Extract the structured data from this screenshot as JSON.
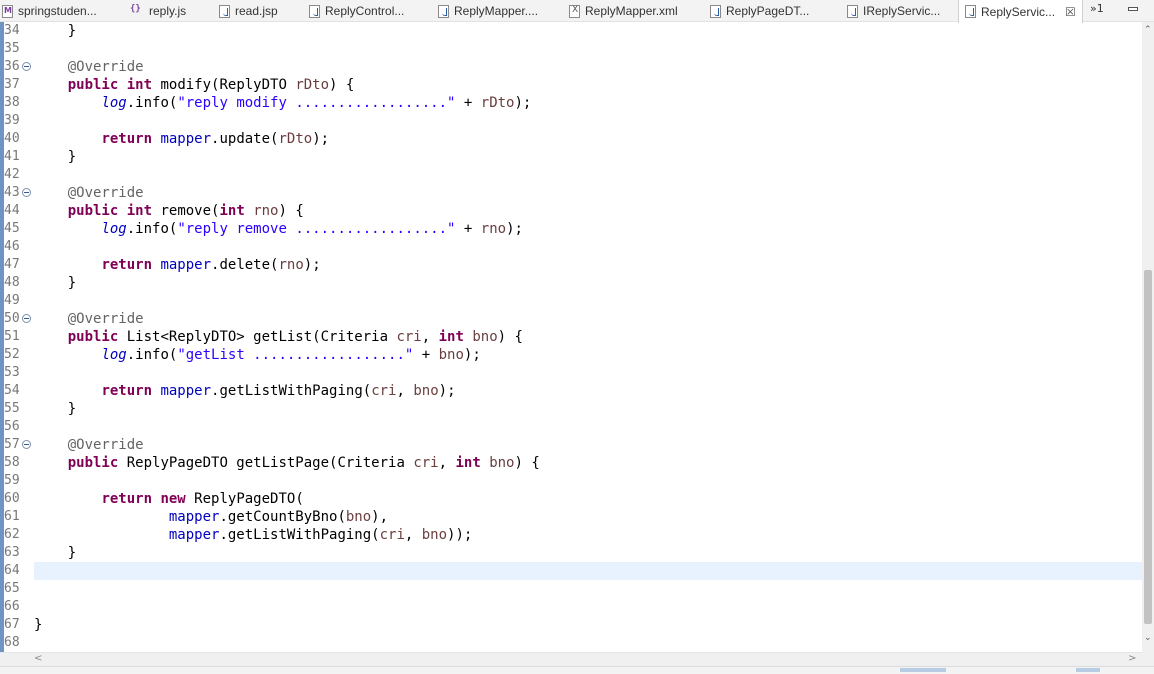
{
  "tabs": [
    {
      "label": "springstuden...",
      "icon": "maven-pom-icon"
    },
    {
      "label": "reply.js",
      "icon": "javascript-file-icon"
    },
    {
      "label": "read.jsp",
      "icon": "jsp-file-icon"
    },
    {
      "label": "ReplyControl...",
      "icon": "java-file-icon"
    },
    {
      "label": "ReplyMapper....",
      "icon": "java-file-icon"
    },
    {
      "label": "ReplyMapper.xml",
      "icon": "xml-file-icon"
    },
    {
      "label": "ReplyPageDT...",
      "icon": "java-file-icon"
    },
    {
      "label": "IReplyServic...",
      "icon": "java-file-icon"
    },
    {
      "label": "ReplyServic...",
      "icon": "java-file-icon",
      "active": true
    }
  ],
  "tab_close_glyph": "☒",
  "tab_overflow_label": "»1",
  "current_line": 64,
  "code_lines": [
    {
      "n": "34",
      "tokens": [
        {
          "t": "    }"
        }
      ]
    },
    {
      "n": "35",
      "tokens": []
    },
    {
      "n": "36",
      "fold": true,
      "tokens": [
        {
          "t": "    "
        },
        {
          "t": "@Override",
          "c": "ann"
        }
      ]
    },
    {
      "n": "37",
      "tokens": [
        {
          "t": "    "
        },
        {
          "t": "public",
          "c": "kw"
        },
        {
          "t": " "
        },
        {
          "t": "int",
          "c": "kw"
        },
        {
          "t": " modify(ReplyDTO "
        },
        {
          "t": "rDto",
          "c": "var"
        },
        {
          "t": ") {"
        }
      ]
    },
    {
      "n": "38",
      "tokens": [
        {
          "t": "        "
        },
        {
          "t": "log",
          "c": "sfld"
        },
        {
          "t": ".info("
        },
        {
          "t": "\"reply modify ..................\"",
          "c": "str"
        },
        {
          "t": " + "
        },
        {
          "t": "rDto",
          "c": "var"
        },
        {
          "t": ");"
        }
      ]
    },
    {
      "n": "39",
      "tokens": []
    },
    {
      "n": "40",
      "tokens": [
        {
          "t": "        "
        },
        {
          "t": "return",
          "c": "kw"
        },
        {
          "t": " "
        },
        {
          "t": "mapper",
          "c": "fld"
        },
        {
          "t": ".update("
        },
        {
          "t": "rDto",
          "c": "var"
        },
        {
          "t": ");"
        }
      ]
    },
    {
      "n": "41",
      "tokens": [
        {
          "t": "    }"
        }
      ]
    },
    {
      "n": "42",
      "tokens": []
    },
    {
      "n": "43",
      "fold": true,
      "tokens": [
        {
          "t": "    "
        },
        {
          "t": "@Override",
          "c": "ann"
        }
      ]
    },
    {
      "n": "44",
      "tokens": [
        {
          "t": "    "
        },
        {
          "t": "public",
          "c": "kw"
        },
        {
          "t": " "
        },
        {
          "t": "int",
          "c": "kw"
        },
        {
          "t": " remove("
        },
        {
          "t": "int",
          "c": "kw"
        },
        {
          "t": " "
        },
        {
          "t": "rno",
          "c": "var"
        },
        {
          "t": ") {"
        }
      ]
    },
    {
      "n": "45",
      "tokens": [
        {
          "t": "        "
        },
        {
          "t": "log",
          "c": "sfld"
        },
        {
          "t": ".info("
        },
        {
          "t": "\"reply remove ..................\"",
          "c": "str"
        },
        {
          "t": " + "
        },
        {
          "t": "rno",
          "c": "var"
        },
        {
          "t": ");"
        }
      ]
    },
    {
      "n": "46",
      "tokens": []
    },
    {
      "n": "47",
      "tokens": [
        {
          "t": "        "
        },
        {
          "t": "return",
          "c": "kw"
        },
        {
          "t": " "
        },
        {
          "t": "mapper",
          "c": "fld"
        },
        {
          "t": ".delete("
        },
        {
          "t": "rno",
          "c": "var"
        },
        {
          "t": ");"
        }
      ]
    },
    {
      "n": "48",
      "tokens": [
        {
          "t": "    }"
        }
      ]
    },
    {
      "n": "49",
      "tokens": []
    },
    {
      "n": "50",
      "fold": true,
      "tokens": [
        {
          "t": "    "
        },
        {
          "t": "@Override",
          "c": "ann"
        }
      ]
    },
    {
      "n": "51",
      "tokens": [
        {
          "t": "    "
        },
        {
          "t": "public",
          "c": "kw"
        },
        {
          "t": " List<ReplyDTO> getList(Criteria "
        },
        {
          "t": "cri",
          "c": "var"
        },
        {
          "t": ", "
        },
        {
          "t": "int",
          "c": "kw"
        },
        {
          "t": " "
        },
        {
          "t": "bno",
          "c": "var"
        },
        {
          "t": ") {"
        }
      ]
    },
    {
      "n": "52",
      "tokens": [
        {
          "t": "        "
        },
        {
          "t": "log",
          "c": "sfld"
        },
        {
          "t": ".info("
        },
        {
          "t": "\"getList ..................\"",
          "c": "str"
        },
        {
          "t": " + "
        },
        {
          "t": "bno",
          "c": "var"
        },
        {
          "t": ");"
        }
      ]
    },
    {
      "n": "53",
      "tokens": []
    },
    {
      "n": "54",
      "tokens": [
        {
          "t": "        "
        },
        {
          "t": "return",
          "c": "kw"
        },
        {
          "t": " "
        },
        {
          "t": "mapper",
          "c": "fld"
        },
        {
          "t": ".getListWithPaging("
        },
        {
          "t": "cri",
          "c": "var"
        },
        {
          "t": ", "
        },
        {
          "t": "bno",
          "c": "var"
        },
        {
          "t": ");"
        }
      ]
    },
    {
      "n": "55",
      "tokens": [
        {
          "t": "    }"
        }
      ]
    },
    {
      "n": "56",
      "tokens": []
    },
    {
      "n": "57",
      "fold": true,
      "tokens": [
        {
          "t": "    "
        },
        {
          "t": "@Override",
          "c": "ann"
        }
      ]
    },
    {
      "n": "58",
      "tokens": [
        {
          "t": "    "
        },
        {
          "t": "public",
          "c": "kw"
        },
        {
          "t": " ReplyPageDTO getListPage(Criteria "
        },
        {
          "t": "cri",
          "c": "var"
        },
        {
          "t": ", "
        },
        {
          "t": "int",
          "c": "kw"
        },
        {
          "t": " "
        },
        {
          "t": "bno",
          "c": "var"
        },
        {
          "t": ") {"
        }
      ]
    },
    {
      "n": "59",
      "tokens": []
    },
    {
      "n": "60",
      "tokens": [
        {
          "t": "        "
        },
        {
          "t": "return",
          "c": "kw"
        },
        {
          "t": " "
        },
        {
          "t": "new",
          "c": "kw"
        },
        {
          "t": " ReplyPageDTO("
        }
      ]
    },
    {
      "n": "61",
      "tokens": [
        {
          "t": "                "
        },
        {
          "t": "mapper",
          "c": "fld"
        },
        {
          "t": ".getCountByBno("
        },
        {
          "t": "bno",
          "c": "var"
        },
        {
          "t": "),"
        }
      ]
    },
    {
      "n": "62",
      "tokens": [
        {
          "t": "                "
        },
        {
          "t": "mapper",
          "c": "fld"
        },
        {
          "t": ".getListWithPaging("
        },
        {
          "t": "cri",
          "c": "var"
        },
        {
          "t": ", "
        },
        {
          "t": "bno",
          "c": "var"
        },
        {
          "t": "));"
        }
      ]
    },
    {
      "n": "63",
      "tokens": [
        {
          "t": "    }"
        }
      ]
    },
    {
      "n": "64",
      "tokens": []
    },
    {
      "n": "65",
      "tokens": []
    },
    {
      "n": "66",
      "tokens": []
    },
    {
      "n": "67",
      "tokens": [
        {
          "t": "}"
        }
      ]
    },
    {
      "n": "68",
      "tokens": []
    }
  ],
  "scroll": {
    "up_glyph": "⌃",
    "down_glyph": "⌄",
    "left_glyph": "<",
    "right_glyph": ">"
  }
}
